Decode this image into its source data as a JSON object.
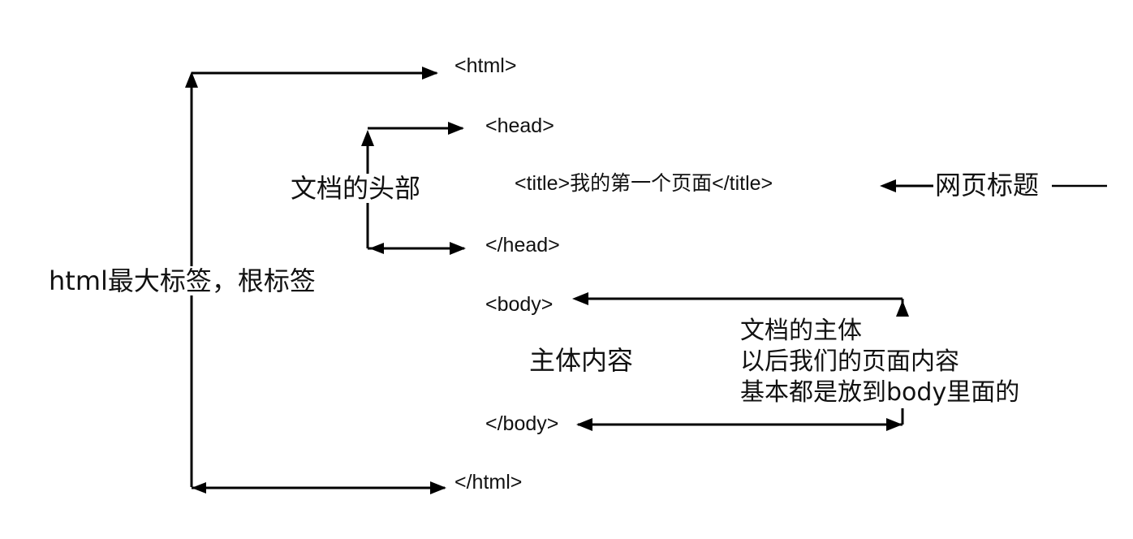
{
  "tags": {
    "html_open": "<html>",
    "head_open": "<head>",
    "title_line": "<title>我的第一个页面</title>",
    "head_close": "</head>",
    "body_open": "<body>",
    "body_close": "</body>",
    "html_close": "</html>"
  },
  "labels": {
    "root": "html最大标签，根标签",
    "head": "文档的头部",
    "page_title": "网页标题",
    "body_content": "主体内容",
    "body_note": [
      "文档的主体",
      "以后我们的页面内容",
      "基本都是放到body里面的"
    ]
  },
  "colors": {
    "line": "#000000",
    "text": "#111111",
    "background": "#ffffff"
  }
}
